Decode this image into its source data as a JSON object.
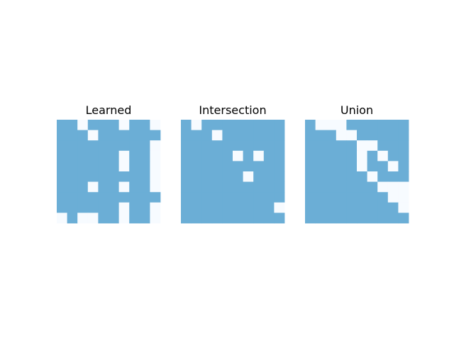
{
  "chart_data": [
    {
      "type": "heatmap",
      "title": "Learned",
      "rows": 10,
      "cols": 10,
      "colors": {
        "filled": "#6baed6",
        "empty": "#f7fbff"
      },
      "matrix": [
        [
          1,
          1,
          0,
          1,
          1,
          1,
          0,
          1,
          1,
          0
        ],
        [
          1,
          1,
          1,
          0,
          1,
          1,
          1,
          1,
          1,
          1
        ],
        [
          1,
          1,
          1,
          1,
          1,
          1,
          1,
          1,
          1,
          0
        ],
        [
          1,
          1,
          1,
          1,
          1,
          1,
          0,
          1,
          1,
          0
        ],
        [
          1,
          1,
          1,
          1,
          1,
          1,
          0,
          1,
          1,
          0
        ],
        [
          1,
          1,
          1,
          1,
          1,
          1,
          1,
          1,
          1,
          0
        ],
        [
          1,
          1,
          1,
          0,
          1,
          1,
          0,
          1,
          1,
          0
        ],
        [
          1,
          1,
          1,
          1,
          1,
          1,
          1,
          1,
          1,
          1
        ],
        [
          1,
          1,
          1,
          1,
          1,
          1,
          0,
          1,
          1,
          0
        ],
        [
          0,
          1,
          0,
          0,
          1,
          1,
          0,
          1,
          1,
          0
        ]
      ]
    },
    {
      "type": "heatmap",
      "title": "Intersection",
      "rows": 10,
      "cols": 10,
      "colors": {
        "filled": "#6baed6",
        "empty": "#f7fbff"
      },
      "matrix": [
        [
          1,
          0,
          1,
          1,
          1,
          1,
          1,
          1,
          1,
          1
        ],
        [
          1,
          1,
          1,
          0,
          1,
          1,
          1,
          1,
          1,
          1
        ],
        [
          1,
          1,
          1,
          1,
          1,
          1,
          1,
          1,
          1,
          1
        ],
        [
          1,
          1,
          1,
          1,
          1,
          0,
          1,
          0,
          1,
          1
        ],
        [
          1,
          1,
          1,
          1,
          1,
          1,
          1,
          1,
          1,
          1
        ],
        [
          1,
          1,
          1,
          1,
          1,
          1,
          0,
          1,
          1,
          1
        ],
        [
          1,
          1,
          1,
          1,
          1,
          1,
          1,
          1,
          1,
          1
        ],
        [
          1,
          1,
          1,
          1,
          1,
          1,
          1,
          1,
          1,
          1
        ],
        [
          1,
          1,
          1,
          1,
          1,
          1,
          1,
          1,
          1,
          0
        ],
        [
          1,
          1,
          1,
          1,
          1,
          1,
          1,
          1,
          1,
          1
        ]
      ]
    },
    {
      "type": "heatmap",
      "title": "Union",
      "rows": 10,
      "cols": 10,
      "colors": {
        "filled": "#6baed6",
        "empty": "#f7fbff"
      },
      "matrix": [
        [
          1,
          0,
          0,
          0,
          1,
          1,
          1,
          1,
          1,
          1
        ],
        [
          1,
          1,
          1,
          0,
          0,
          1,
          1,
          1,
          1,
          1
        ],
        [
          1,
          1,
          1,
          1,
          1,
          0,
          0,
          1,
          1,
          1
        ],
        [
          1,
          1,
          1,
          1,
          1,
          0,
          1,
          0,
          1,
          1
        ],
        [
          1,
          1,
          1,
          1,
          1,
          0,
          1,
          1,
          0,
          1
        ],
        [
          1,
          1,
          1,
          1,
          1,
          1,
          0,
          1,
          1,
          1
        ],
        [
          1,
          1,
          1,
          1,
          1,
          1,
          1,
          0,
          0,
          0
        ],
        [
          1,
          1,
          1,
          1,
          1,
          1,
          1,
          1,
          0,
          0
        ],
        [
          1,
          1,
          1,
          1,
          1,
          1,
          1,
          1,
          1,
          0
        ],
        [
          1,
          1,
          1,
          1,
          1,
          1,
          1,
          1,
          1,
          1
        ]
      ]
    }
  ]
}
